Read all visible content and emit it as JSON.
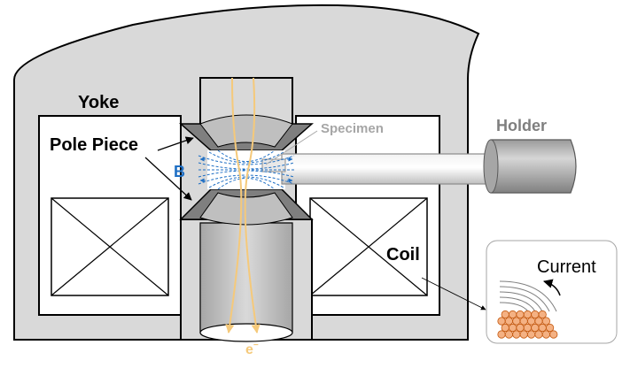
{
  "labels": {
    "yoke": "Yoke",
    "pole_piece": "Pole Piece",
    "specimen": "Specimen",
    "holder": "Holder",
    "field": "B",
    "coil": "Coil",
    "current": "Current",
    "electron": "e",
    "electron_sup": "−"
  },
  "colors": {
    "yoke_fill": "#d9d9d9",
    "outline": "#000000",
    "pole_dark": "#7f7f7f",
    "pole_light": "#bfbfbf",
    "field_lines": "#1f6fc4",
    "field_label": "#1f6fc4",
    "beam": "#f5c97a",
    "specimen_label": "#a6a6a6",
    "holder_label": "#7f7f7f",
    "wire": "#f4b183",
    "wire_edge": "#c55a11"
  }
}
